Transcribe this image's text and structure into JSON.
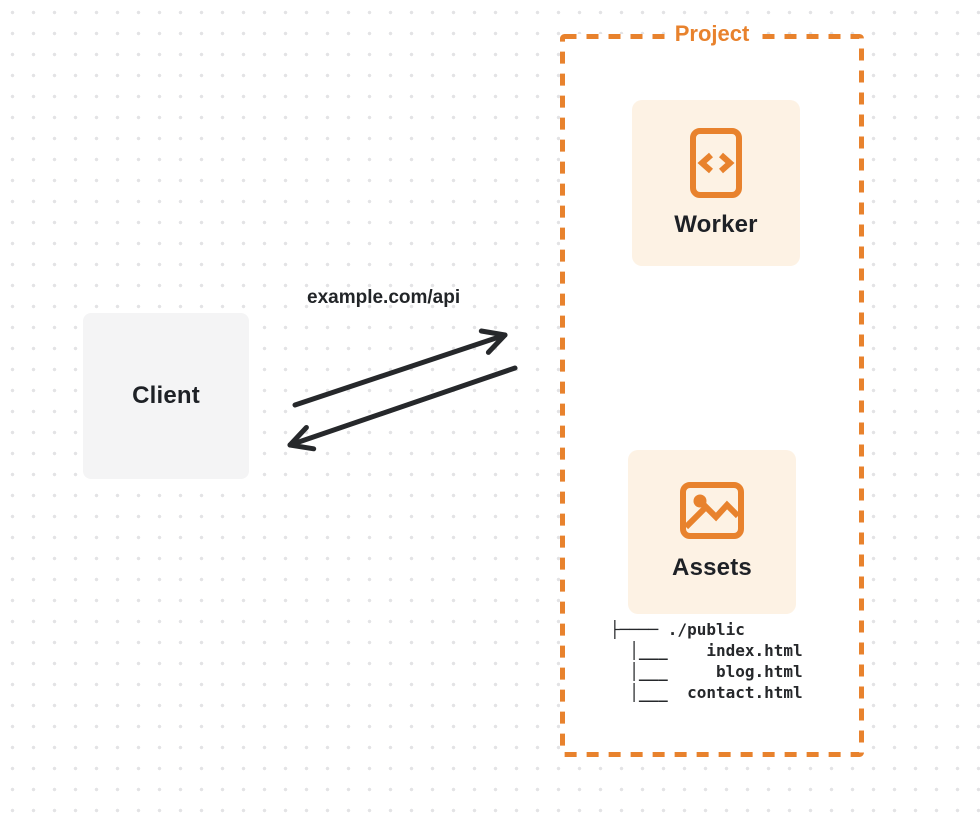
{
  "canvas": {
    "background": "#ffffff",
    "dot_grid_color": "#e3e3e5"
  },
  "client": {
    "label": "Client",
    "background": "#f4f4f5"
  },
  "connection": {
    "label": "example.com/api",
    "arrow_color": "#26282b"
  },
  "project": {
    "label": "Project",
    "accent_color": "#e8822d",
    "card_background": "#fdf2e4",
    "worker": {
      "label": "Worker",
      "icon": "code-file-icon"
    },
    "assets": {
      "label": "Assets",
      "icon": "image-icon",
      "file_tree": "├──── ./public\n  │___    index.html\n  │___     blog.html\n  │___  contact.html"
    }
  }
}
